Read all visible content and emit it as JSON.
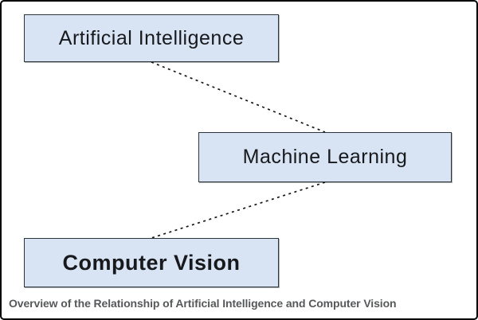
{
  "diagram": {
    "nodes": [
      {
        "id": "artificial-intelligence",
        "label": "Artificial Intelligence"
      },
      {
        "id": "machine-learning",
        "label": "Machine Learning"
      },
      {
        "id": "computer-vision",
        "label": "Computer Vision"
      }
    ],
    "edges": [
      {
        "from": "artificial-intelligence",
        "to": "machine-learning",
        "style": "dashed"
      },
      {
        "from": "machine-learning",
        "to": "computer-vision",
        "style": "dashed"
      }
    ],
    "caption": "Overview of the Relationship of Artificial Intelligence and Computer Vision"
  },
  "colors": {
    "background": "#ffffff",
    "frame_border": "#000000",
    "node_fill": "#d8e4f3",
    "node_border": "#2c343c",
    "node_text": "#17191c",
    "edge": "#15181b",
    "caption_text": "#57585a"
  }
}
